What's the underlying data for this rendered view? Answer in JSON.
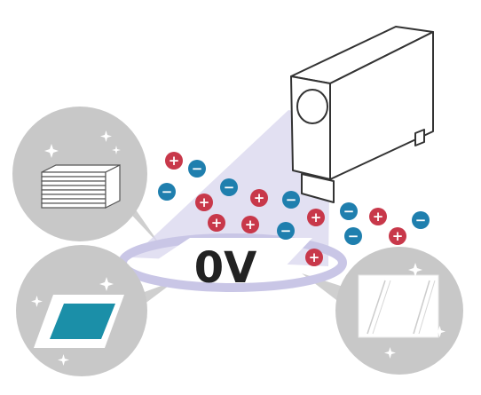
{
  "diagram": {
    "voltage_label": "0V",
    "ion_signs": {
      "positive": "+",
      "negative": "−"
    },
    "colors": {
      "positive_ion": "#c8384a",
      "negative_ion": "#1f7fae",
      "beam": "#d8d5ee",
      "target_ring": "#c9c6e6",
      "callout_circle": "#c8c8c8",
      "callout_connector": "#cfcfcf",
      "film_sheet": "#1b8fa8",
      "ionizer_body": "#ffffff",
      "outline": "#333333",
      "label_text": "#222222"
    },
    "callouts": [
      {
        "name": "paper-stack",
        "icon": "paper-stack-icon"
      },
      {
        "name": "film-sheet",
        "icon": "film-sheet-icon"
      },
      {
        "name": "glass-panel",
        "icon": "glass-panel-icon"
      }
    ]
  }
}
